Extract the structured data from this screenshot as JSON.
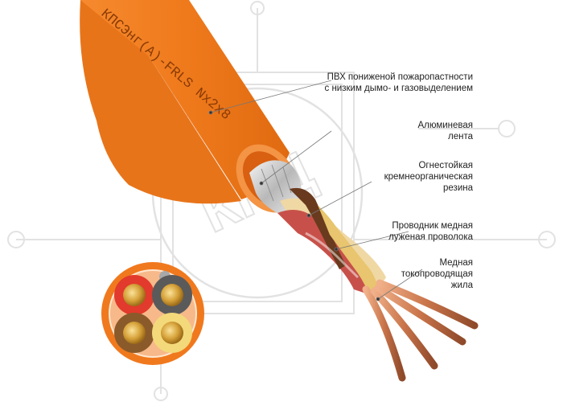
{
  "cable": {
    "marking_text": "КПСЭнг(А)-FRLS Nx2x8",
    "sheath_color": "#f0791e",
    "conductor_colors": [
      "#e23a2c",
      "#5a5a5a",
      "#8a5a2a",
      "#f3d97a"
    ],
    "conductor_core_color": "#d59a4a"
  },
  "watermark": {
    "text": "КНЦ"
  },
  "callouts": [
    {
      "lines": [
        "ПВХ пониженой пожаропастности",
        "с низким дымо- и газовыделением"
      ]
    },
    {
      "lines": [
        "Алюминевая",
        "лента"
      ]
    },
    {
      "lines": [
        "Огнестойкая",
        "кремнеорганическая",
        "резина"
      ]
    },
    {
      "lines": [
        "Проводник медная",
        "луженая проволока"
      ]
    },
    {
      "lines": [
        "Медная",
        "токопроводящая",
        "жила"
      ]
    }
  ]
}
